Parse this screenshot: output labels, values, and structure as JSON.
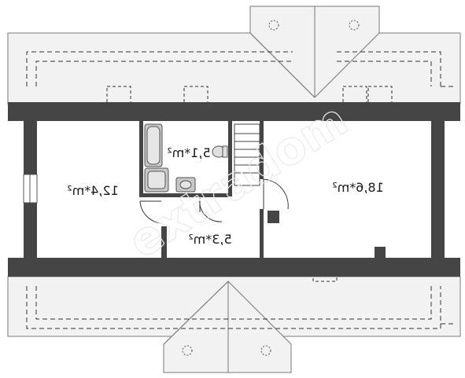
{
  "rooms": [
    {
      "id": "left-room",
      "area": "12,4*m²"
    },
    {
      "id": "bathroom",
      "area": "5,1*m²"
    },
    {
      "id": "hall",
      "area": "5,3*m²"
    },
    {
      "id": "right-room",
      "area": "18,6*m²"
    }
  ],
  "watermark": "extradom",
  "colors": {
    "wall": "#454545",
    "roof": "#f2f2f2",
    "outline": "#7a7a7a",
    "fixture": "#c8c8c8"
  }
}
